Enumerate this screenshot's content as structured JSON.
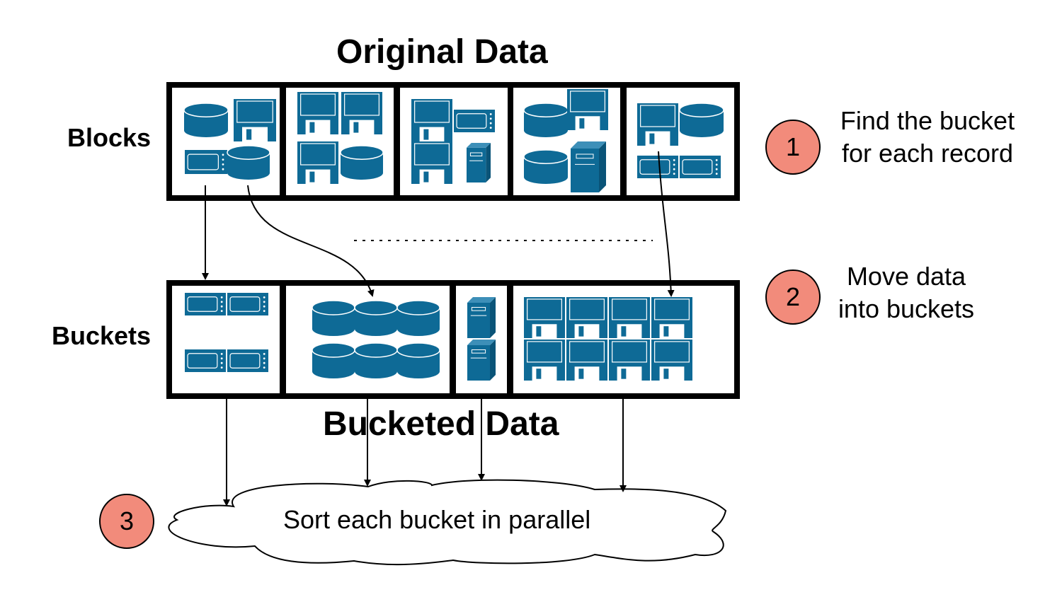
{
  "original_title": "Original Data",
  "bucketed_title": "Bucketed Data",
  "row_labels": {
    "blocks": "Blocks",
    "buckets": "Buckets"
  },
  "steps": [
    {
      "number": "1",
      "text_line1": "Find the bucket",
      "text_line2": "for each record"
    },
    {
      "number": "2",
      "text_line1": "Move data",
      "text_line2": "into buckets"
    },
    {
      "number": "3",
      "text": "Sort each bucket in parallel"
    }
  ],
  "colors": {
    "icon": "#0e6a96",
    "badge": "#f28b7b",
    "frame": "#000000"
  },
  "blocks": [
    {
      "icons": [
        "database-icon",
        "floppy-disk-icon",
        "server-rack-icon",
        "database-icon"
      ]
    },
    {
      "icons": [
        "floppy-disk-icon",
        "floppy-disk-icon",
        "floppy-disk-icon",
        "database-icon"
      ]
    },
    {
      "icons": [
        "floppy-disk-icon",
        "server-rack-icon",
        "floppy-disk-icon",
        "tower-server-icon"
      ]
    },
    {
      "icons": [
        "database-icon",
        "floppy-disk-icon",
        "database-icon",
        "tower-server-icon"
      ]
    },
    {
      "icons": [
        "floppy-disk-icon",
        "database-icon",
        "server-rack-icon",
        "server-rack-icon"
      ]
    }
  ],
  "buckets": [
    {
      "icon": "server-rack-icon",
      "count": 4
    },
    {
      "icon": "database-icon",
      "count": 6
    },
    {
      "icon": "tower-server-icon",
      "count": 2
    },
    {
      "icon": "floppy-disk-icon",
      "count": 8
    }
  ]
}
